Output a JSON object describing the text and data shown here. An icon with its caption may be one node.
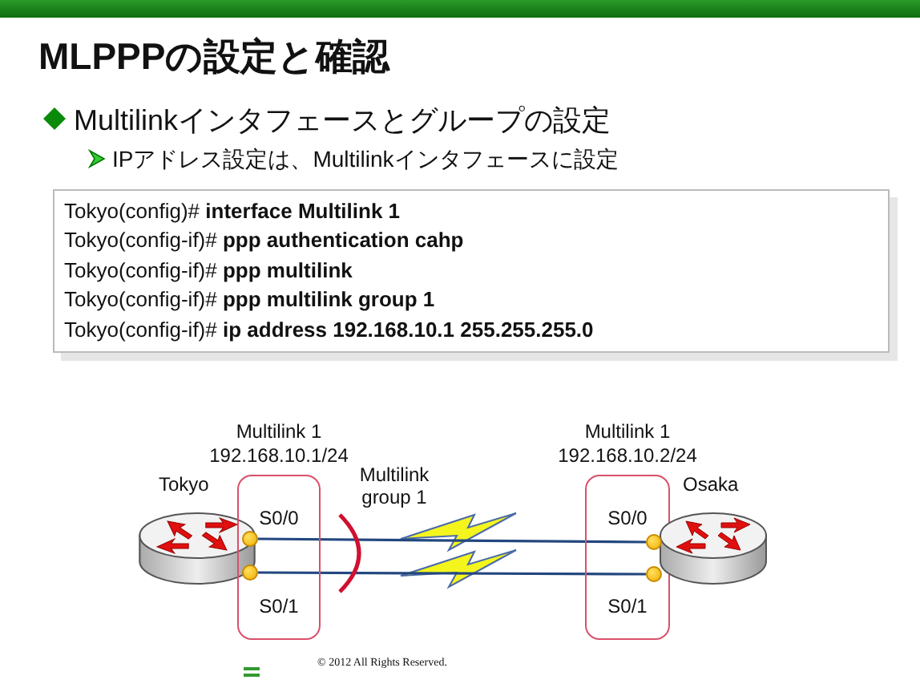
{
  "diagram": {
    "title": "MLPPPの設定と確認",
    "nodes": [
      {
        "text": [
          "Tokyo"
        ]
      },
      {
        "text": [
          "Multilink 1 192.168.10.1/24",
          "S0/0",
          "S0/1"
        ]
      },
      {
        "text": [],
        "shape": "circle",
        "in": 1
      },
      {
        "text": [],
        "shape": "circle",
        "in": 1
      },
      {
        "text": [
          "Multilink 1 192.168.10.2/24",
          "S0/0",
          "S0/1"
        ]
      },
      {
        "text": [],
        "shape": "circle",
        "in": 4
      },
      {
        "text": [],
        "shape": "circle",
        "in": 4
      },
      {
        "text": [
          "Osaka"
        ]
      }
    ],
    "edges": [
      {
        "from": 2,
        "to": 5,
        "arrow": "none"
      },
      {
        "from": 3,
        "to": 6,
        "arrow": "none"
      }
    ],
    "labels": [
      "Multilinkインタフェースとグループの設定",
      "IPアドレス設定は、Multilinkインタフェースに設定",
      "Tokyo(config)# **interface Multilink 1**",
      "Tokyo(config-if)# **ppp authentication cahp**",
      "Tokyo(config-if)# **ppp multilink**",
      "Tokyo(config-if)# **ppp multilink group 1**",
      "Tokyo(config-if)# **ip address 192.168.10.1 255.255.255.0**",
      "Multilink group 1",
      "© 2012 All Rights Reserved."
    ]
  }
}
